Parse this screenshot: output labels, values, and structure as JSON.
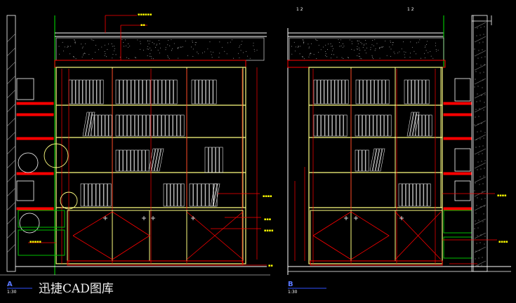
{
  "watermark": "迅捷CAD图库",
  "colors": {
    "background": "#000000",
    "cabinet": "#ffff80",
    "dimension": "#ff0000",
    "wall": "#00c000",
    "text": "#ffffff",
    "title": "#3050ff"
  },
  "elevation_a": {
    "title": "A",
    "scale": "1:30"
  },
  "elevation_b": {
    "title": "B",
    "scale": "1:30"
  },
  "top_marks": [
    "1 2",
    "1 2"
  ]
}
